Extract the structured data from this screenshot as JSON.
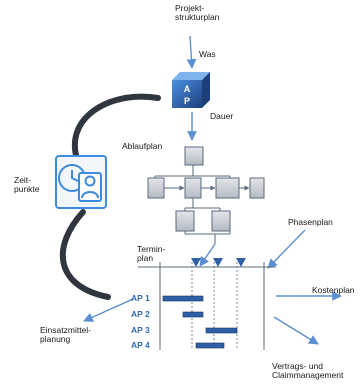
{
  "labels": {
    "projektstrukturplan": [
      "Projekt-",
      "strukturplan"
    ],
    "was": "Was",
    "ap_block": [
      "A",
      "P"
    ],
    "dauer": "Dauer",
    "ablaufplan": "Ablaufplan",
    "zeitpunkte": [
      "Zeit-",
      "punkte"
    ],
    "phasenplan": "Phasenplan",
    "terminplan": [
      "Termin-",
      "plan"
    ],
    "kostenplan": "Kostenplan",
    "einsatzmittelplanung": [
      "Einsatzmittel-",
      "planung"
    ],
    "vertragsmanagement": [
      "Vertrags- und",
      "Claimmanagement"
    ]
  },
  "work_packages": [
    "AP 1",
    "AP 2",
    "AP 3",
    "AP 4"
  ],
  "colors": {
    "arrow": "#5b8fd0",
    "cycle_arc": "#2f3640",
    "box_fill": "#c9ced6",
    "box_stroke": "#5a6a7e",
    "ap_text": "#2e6bb5",
    "bar_fill": "#2f5fa6",
    "milestone": "#2f5fa6",
    "icon_blue": "#3c8be0"
  },
  "icons": [
    "cube-ap-icon",
    "clock-person-icon",
    "milestone-icon"
  ]
}
